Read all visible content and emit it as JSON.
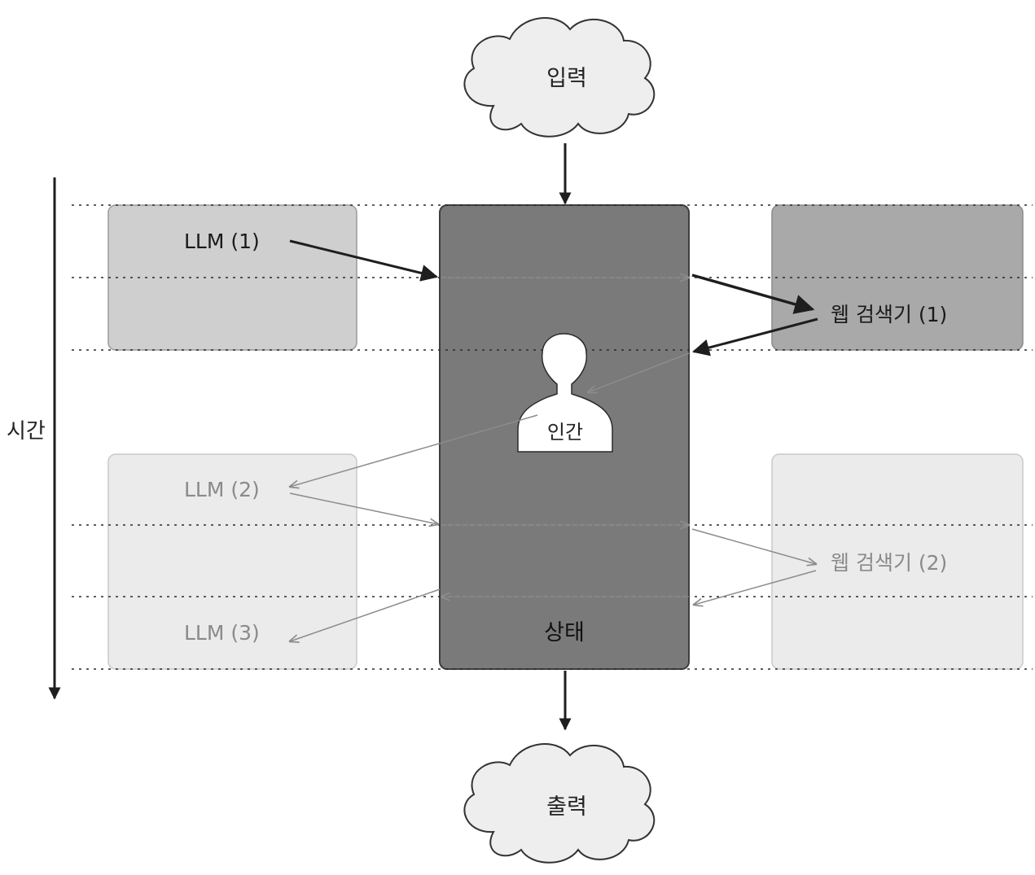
{
  "input_label": "입력",
  "output_label": "출력",
  "time_label": "시간",
  "state_label": "상태",
  "human_label": "인간",
  "llm_labels": [
    "LLM (1)",
    "LLM (2)",
    "LLM (3)"
  ],
  "search_labels": [
    "웹 검색기 (1)",
    "웹 검색기 (2)"
  ],
  "colors": {
    "state_fill": "#7a7a7a",
    "active_box": "#cfcfcf",
    "search_active": "#a9a9a9",
    "faded_box": "#ebebeb",
    "faded_text": "#8a8a8a",
    "dark_arrow": "#1e1e1e",
    "light_arrow": "#8c8c8c"
  }
}
